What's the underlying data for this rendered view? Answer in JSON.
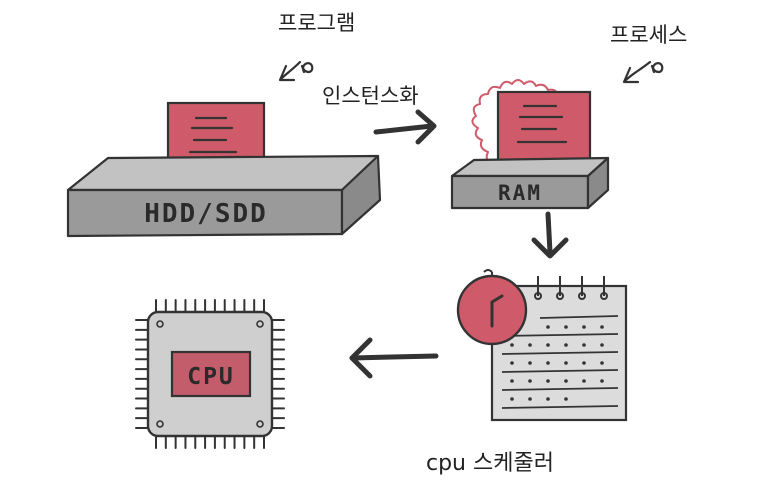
{
  "labels": {
    "program": "프로그램",
    "instantiation": "인스턴스화",
    "process": "프로세스",
    "storage": "HDD/SDD",
    "memory": "RAM",
    "processor": "CPU",
    "scheduler": "cpu 스케줄러"
  },
  "colors": {
    "accent": "#cf5b6a",
    "accent_dark": "#a9404f",
    "slab": "#9a9a9a",
    "slab_top": "#c2c2c2",
    "ink": "#333333",
    "paper": "#dcdcdc"
  },
  "icons": {
    "curl_program": "curly-arrow-icon",
    "curl_process": "curly-arrow-icon",
    "arrow_right": "arrow-right-icon",
    "arrow_down": "arrow-down-icon",
    "arrow_left": "arrow-left-icon",
    "clock": "clock-icon",
    "calendar": "calendar-icon",
    "chip": "cpu-chip-icon"
  }
}
